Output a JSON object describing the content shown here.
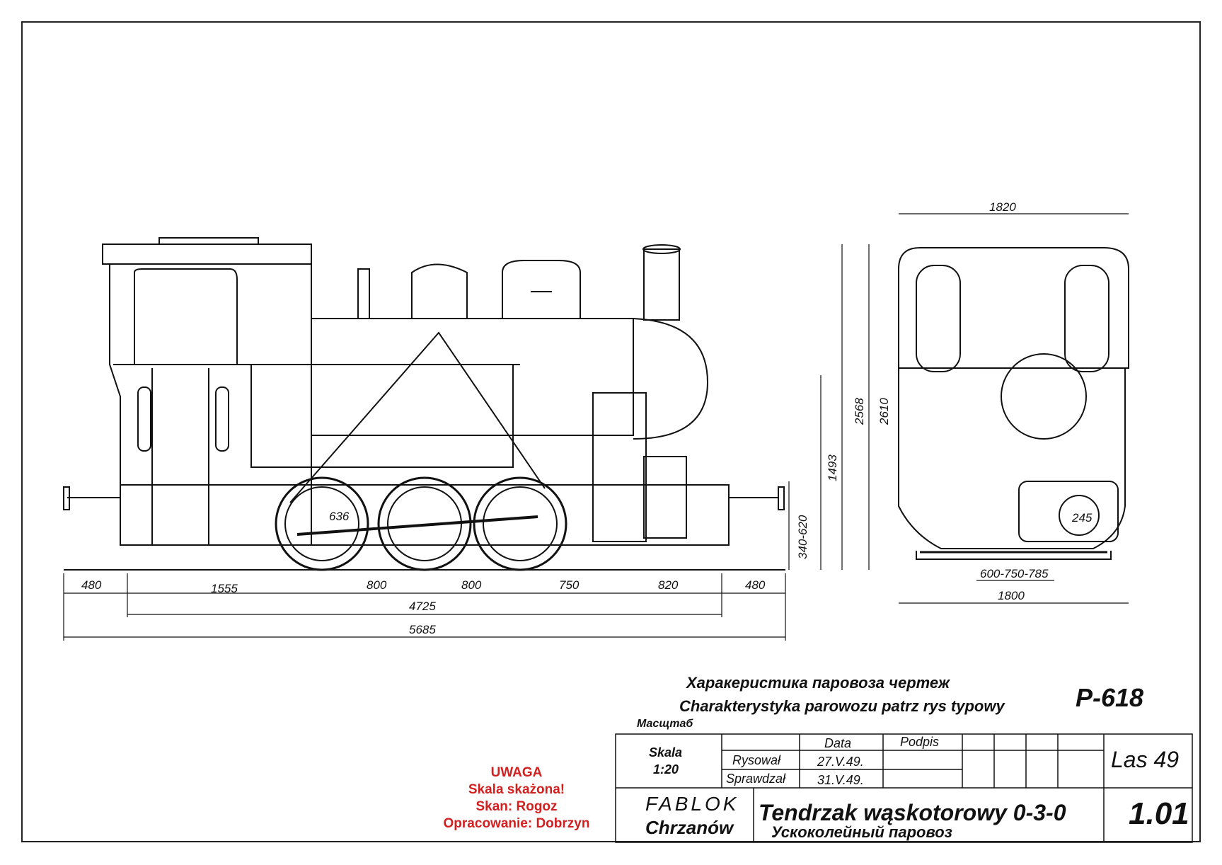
{
  "title_ru": "Харакеристика паровоза чертеж",
  "title_pl": "Charakterystyka parowozu patrz rys typowy",
  "drawing_code": "P-618",
  "scale_label_ru": "Масщтаб",
  "scale_label": "Skala",
  "scale_value": "1:20",
  "table": {
    "data_header": "Data",
    "podpis_header": "Podpis",
    "rows": [
      {
        "role": "Rysował",
        "date": "27.V.49."
      },
      {
        "role": "Sprawdzał",
        "date": "31.V.49."
      }
    ]
  },
  "series_code": "Las 49",
  "sheet_number": "1.01",
  "maker_line1": "FABLOK",
  "maker_line2": "Chrzanów",
  "loco_name_pl": "Tendrzak wąskotorowy 0-3-0",
  "loco_name_ru": "Ускоколейный паровоз",
  "warning": {
    "line1": "UWAGA",
    "line2": "Skala skażona!",
    "line3": "Skan: Rogoz",
    "line4": "Opracowanie: Dobrzyn"
  },
  "dimensions": {
    "side_bottom": [
      "480",
      "1555",
      "800",
      "800",
      "750",
      "820",
      "480"
    ],
    "wheelbase": "4725",
    "overall_length": "5685",
    "wheel_diameter": "636",
    "height_1493": "1493",
    "height_2568": "2568",
    "height_2610": "2610",
    "buffer_height": "340-620",
    "front_width_top": "1820",
    "front_width_bottom": "1800",
    "gauge": "600-750-785",
    "front_small": "245"
  }
}
